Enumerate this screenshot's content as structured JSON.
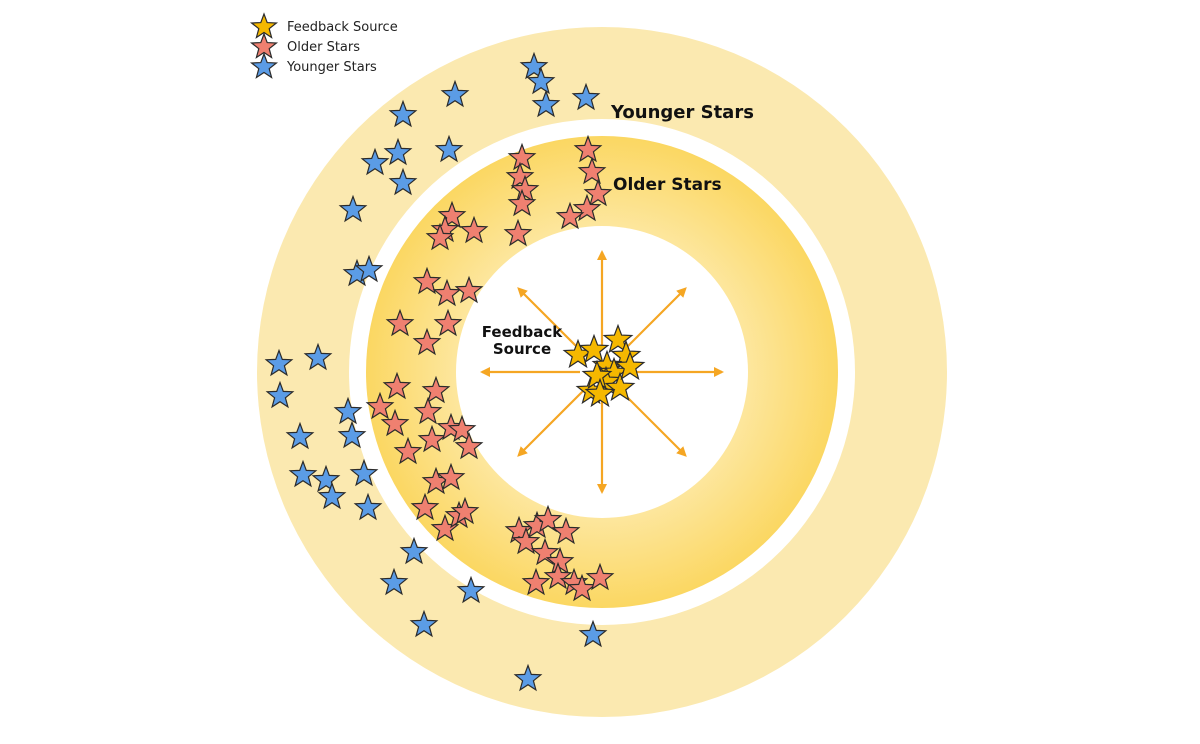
{
  "legend": {
    "items": [
      {
        "label": "Feedback Source",
        "color": "#f5b800"
      },
      {
        "label": "Older Stars",
        "color": "#ef8070"
      },
      {
        "label": "Younger Stars",
        "color": "#5b9ce6"
      }
    ]
  },
  "labels": {
    "younger_ring": "Younger Stars",
    "older_ring": "Older Stars",
    "source_line1": "Feedback",
    "source_line2": "Source"
  },
  "colors": {
    "outer_ring": "#fbe9b0",
    "inner_ring": "#fbd968",
    "arrow": "#f5a623",
    "feedback_star": "#f5b800",
    "older_star": "#ef8070",
    "younger_star": "#5b9ce6"
  },
  "arrows": {
    "directions": [
      "N",
      "NE",
      "E",
      "SE",
      "S",
      "SW",
      "W",
      "NW"
    ]
  }
}
